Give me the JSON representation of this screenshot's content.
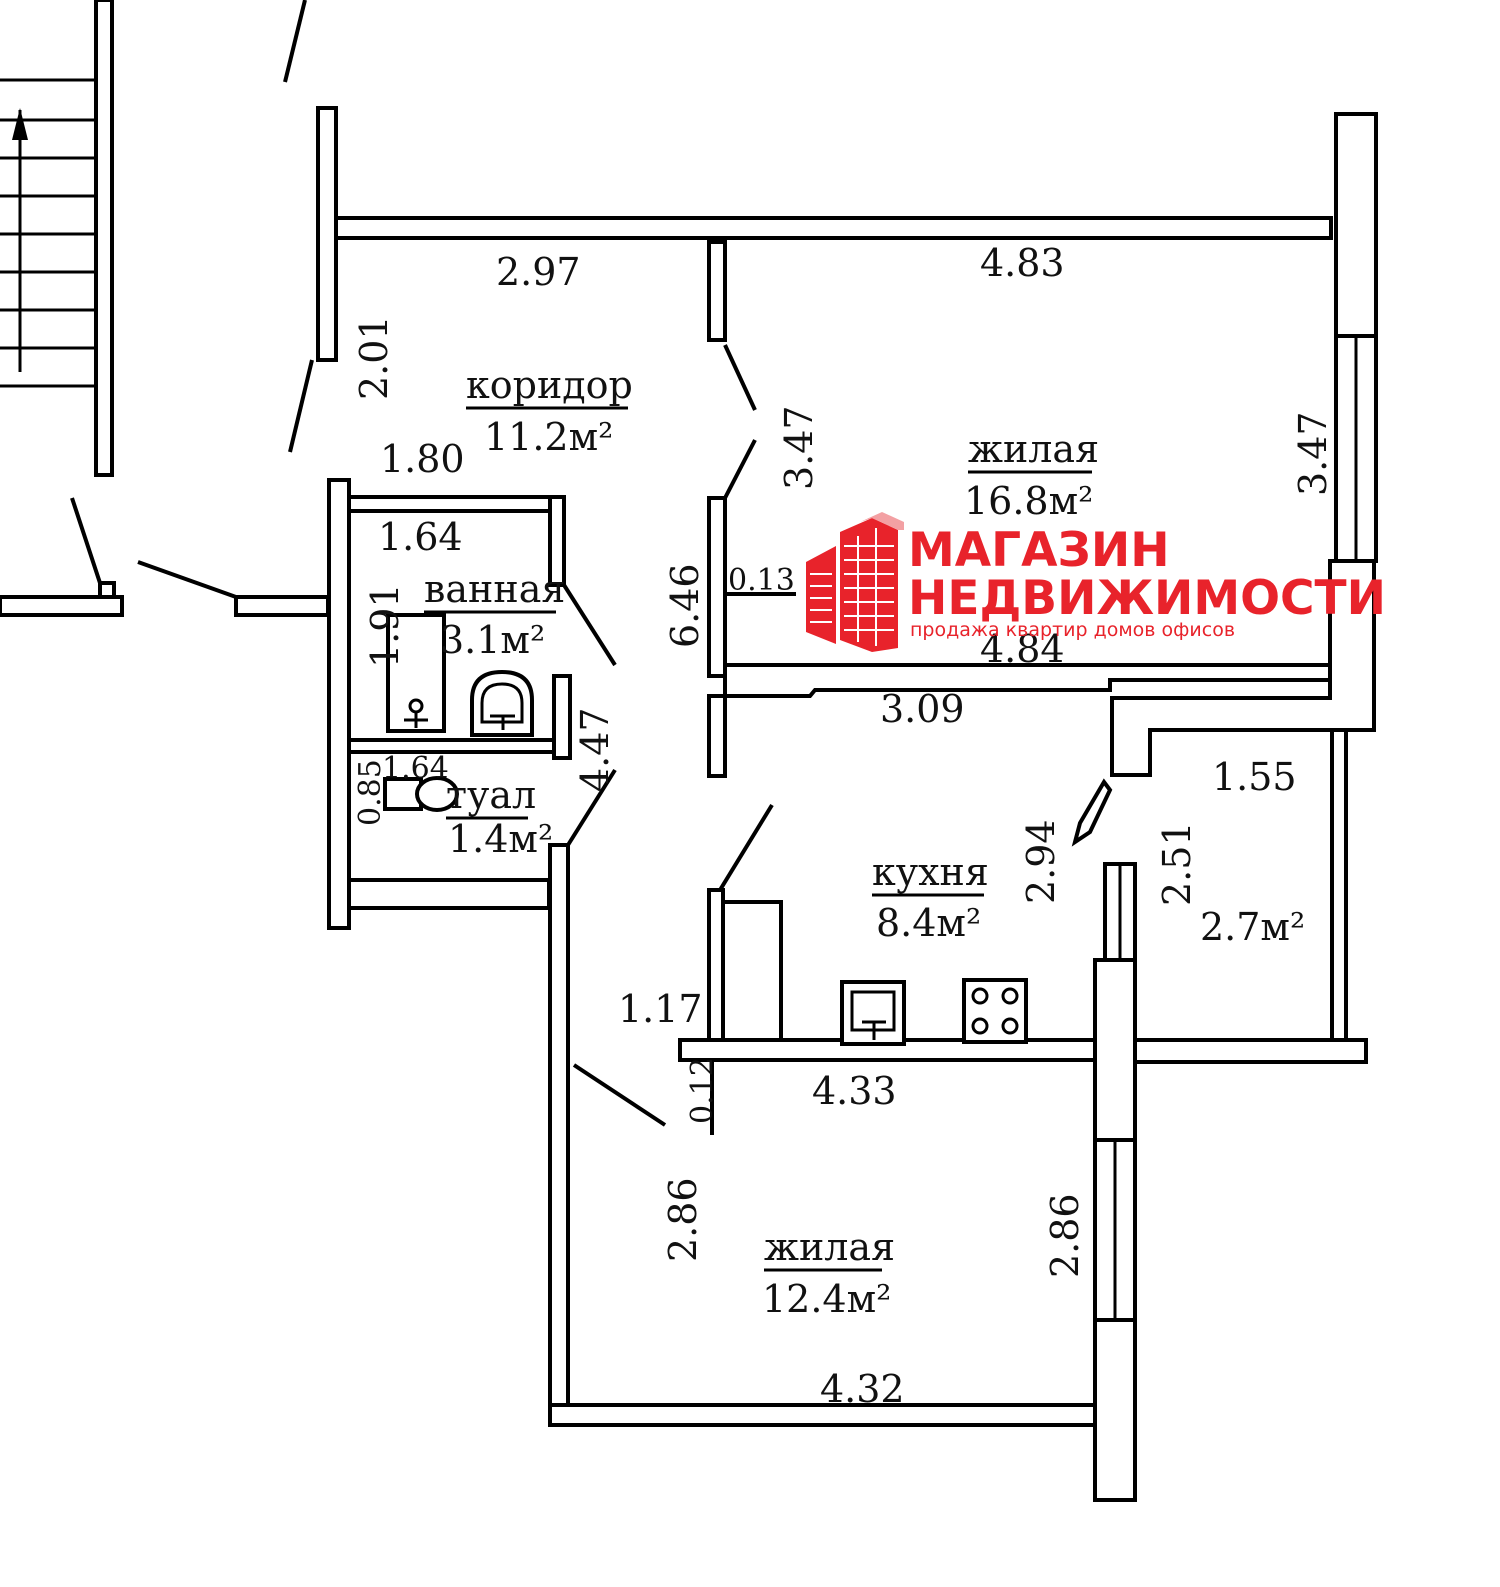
{
  "rooms": {
    "corridor": {
      "name": "коридор",
      "area": "11.2м²"
    },
    "living_large": {
      "name": "жилая",
      "area": "16.8м²"
    },
    "bathroom": {
      "name": "ванная",
      "area": "3.1м²"
    },
    "toilet": {
      "name": "туал",
      "area": "1.4м²"
    },
    "kitchen": {
      "name": "кухня",
      "area": "8.4м²"
    },
    "loggia": {
      "area": "2.7м²"
    },
    "living_small": {
      "name": "жилая",
      "area": "12.4м²"
    }
  },
  "dimensions": {
    "corridor_top": "2.97",
    "corridor_left": "2.01",
    "corridor_mid": "1.80",
    "living_top": "4.83",
    "living_door_side": "3.47",
    "living_right": "3.47",
    "living_bottom": "4.84",
    "living_partition": "0.13",
    "corridor_long": "6.46",
    "bath_top": "1.64",
    "bath_left": "1.91",
    "bath_right": "4.47",
    "toilet_top": "1.64",
    "toilet_left": "0.85",
    "kitchen_top": "3.09",
    "kitchen_right": "2.94",
    "loggia_top": "1.55",
    "loggia_side": "2.51",
    "kitchen_left": "1.17",
    "kitchen_partition": "0.12",
    "kitchen_bottom": "4.33",
    "small_left": "2.86",
    "small_right": "2.86",
    "small_bottom": "4.32"
  },
  "watermark": {
    "line1": "МАГАЗИН",
    "line2": "НЕДВИЖИМОСТИ",
    "tagline": "продажа  квартир  домов  офисов",
    "brand_color": "#e8232b"
  }
}
